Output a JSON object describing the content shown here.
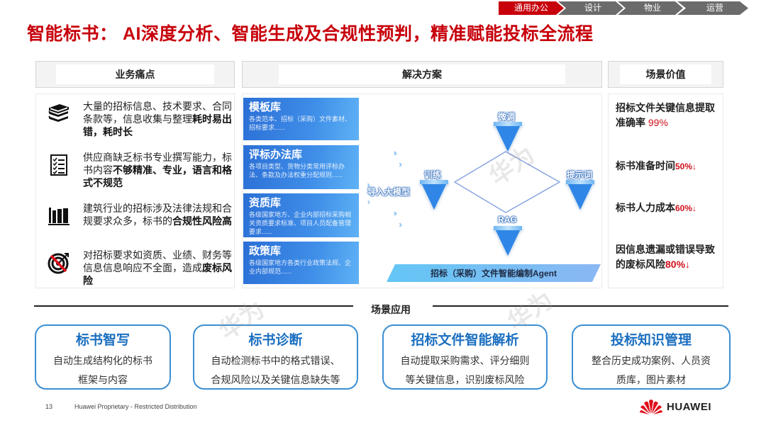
{
  "nav": {
    "steps": [
      {
        "label": "通用办公",
        "active": true
      },
      {
        "label": "设计",
        "active": false
      },
      {
        "label": "物业",
        "active": false
      },
      {
        "label": "运营",
        "active": false
      }
    ]
  },
  "title": "智能标书： AI深度分析、智能生成及合规性预判，精准赋能投标全流程",
  "columns": {
    "pain": "业务痛点",
    "solution": "解决方案",
    "value": "场景价值"
  },
  "pain_points": [
    {
      "icon": "books-stack-icon",
      "text_normal": "大量的招标信息、技术要求、合同条款等，信息收集与整理",
      "text_bold": "耗时易出错，耗时长",
      "text_normal_after": ""
    },
    {
      "icon": "checklist-icon",
      "text_normal": "供应商缺乏标书专业撰写能力，标书内容",
      "text_bold": "不够精准、专业，语言和格式不规范",
      "text_normal_after": ""
    },
    {
      "icon": "bookshelf-icon",
      "text_normal": "建筑行业的招标涉及法律法规和合规要求众多，标书的",
      "text_bold": "合规性风险高",
      "text_normal_after": ""
    },
    {
      "icon": "target-no-icon",
      "text_normal": "对招标要求如资质、业绩、财务等信息信息响应不全面，造成",
      "text_bold": "废标风险",
      "text_normal_after": ""
    }
  ],
  "libraries": [
    {
      "name": "模板库",
      "desc": "各类范本、招标（采购）文件素材、招标要求......"
    },
    {
      "name": "评标办法库",
      "desc": "各项目类型、货物分类常用评标办法、条款及办法权重分配规则......"
    },
    {
      "name": "资质库",
      "desc": "各级国家地方、企业内部招标采购相关资质要求标准、项目人员配备管理要求......"
    },
    {
      "name": "政策库",
      "desc": "各级国家地方各类行业政策法规、企业内部规范......"
    }
  ],
  "diagram": {
    "import_label": "导入大模型",
    "nodes": {
      "train": "训练",
      "finetune": "微调",
      "prompt": "提示词",
      "rag": "RAG"
    },
    "agent": "招标（采购）文件智能编制Agent",
    "watermark": "华为"
  },
  "values": [
    {
      "text": "招标文件关键信息提取准确率 ",
      "highlight": "99%"
    },
    {
      "text": "标书准备时间",
      "highlight": "50%↓"
    },
    {
      "text": "标书人力成本",
      "highlight": "60%↓"
    },
    {
      "text": "因信息遗漏或错误导致的废标风险",
      "highlight": "80%↓"
    }
  ],
  "scenario": {
    "title": "场景应用",
    "cards": [
      {
        "title": "标书智写",
        "desc1": "自动生成结构化的标书",
        "desc2": "框架与内容"
      },
      {
        "title": "标书诊断",
        "desc1": "自动检测标书中的格式错误、",
        "desc2": "合规风险以及关键信息缺失等"
      },
      {
        "title": "招标文件智能解析",
        "desc1": "自动提取采购需求、评分细则",
        "desc2": "等关键信息，识别废标风险"
      },
      {
        "title": "投标知识管理",
        "desc1": "整合历史成功案例、人员资",
        "desc2": "质库，图片素材"
      }
    ]
  },
  "watermarks": [
    "华为",
    "华为",
    "华为"
  ],
  "footer": {
    "page": "13",
    "text": "Huawei Proprietary - Restricted Distribution",
    "logo": "HUAWEI"
  },
  "colors": {
    "brand_red": "#c7000b",
    "accent_blue": "#2f86e6",
    "card_border": "#3b8fd4"
  }
}
